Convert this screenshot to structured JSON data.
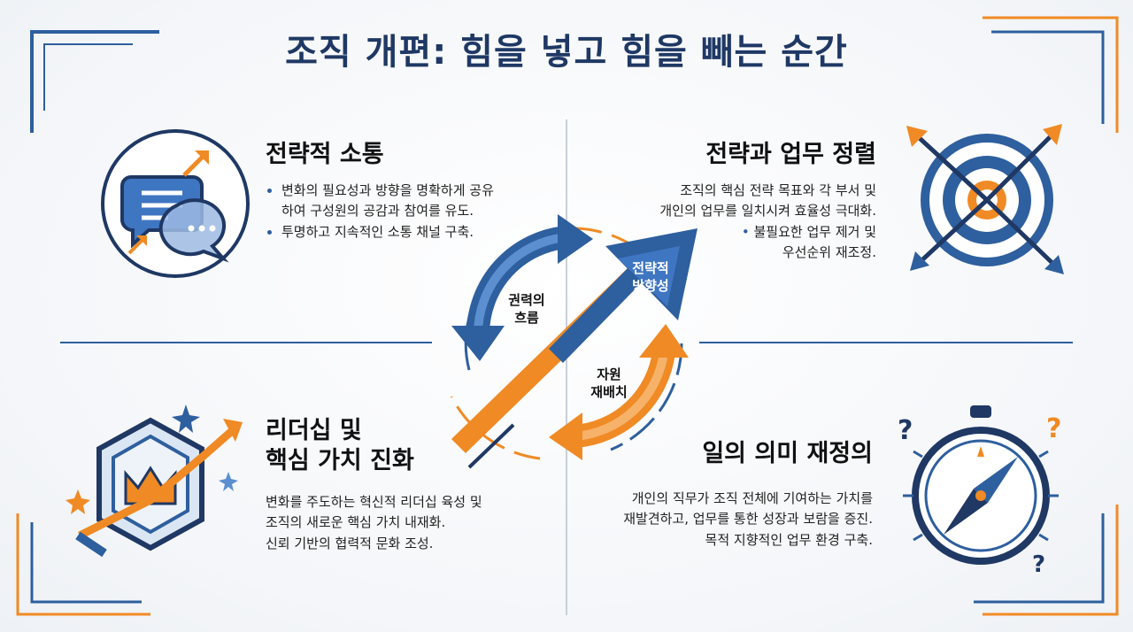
{
  "title": "조직 개편: 힘을 넣고 힘을 빼는 순간",
  "sections": {
    "communication": {
      "heading": "전략적 소통",
      "bullets": [
        "변화의 필요성과 방향을 명확하게 공유하여 구성원의 공감과 참여를 유도.",
        "투명하고 지속적인 소통 채널 구축."
      ]
    },
    "alignment": {
      "heading": "전략과 업무 정렬",
      "lines": [
        "조직의 핵심 전략 목표와 각 부서 및",
        "개인의 업무를 일치시켜 효율성 극대화."
      ],
      "bullet": "불필요한 업무 제거 및 우선순위 재조정."
    },
    "leadership": {
      "heading_line1": "리더십 및",
      "heading_line2": "핵심 가치 진화",
      "lines": [
        "변화를 주도하는 혁신적 리더십 육성 및",
        "조직의 새로운 핵심 가치 내재화.",
        "신뢰 기반의 협력적 문화 조성."
      ]
    },
    "meaning": {
      "heading": "일의 의미 재정의",
      "lines": [
        "개인의 직무가 조직 전체에 기여하는 가치를",
        "재발견하고, 업무를 통한 성장과 보람을 증진.",
        "목적 지향적인 업무 환경 구축."
      ]
    }
  },
  "center": {
    "power_flow": "권력의\n흐름",
    "strategic_direction": "전략적\n방향성",
    "resource_reallocation": "자원\n재배치"
  },
  "colors": {
    "navy": "#1f3864",
    "blue": "#2e5f9e",
    "light_blue": "#5b8fd0",
    "orange": "#f08a24"
  }
}
